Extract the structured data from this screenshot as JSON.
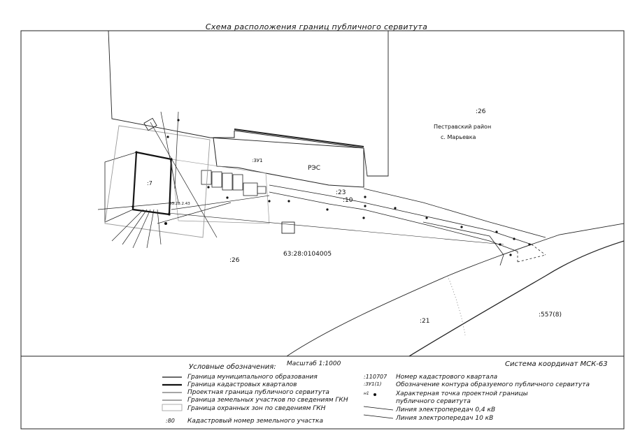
{
  "title": "Схема расположения границ публичного сервитута",
  "map_labels": {
    "district": "Пестравский район",
    "village": "с. Марьевка",
    "q26_top": ":26",
    "q26_left": ":26",
    "q21": ":21",
    "q557": ":557(8)",
    "q23": ":23",
    "q10": ":10",
    "q7": ":7",
    "res": "РЭС",
    "zu1": ":ЗУ1",
    "quarter": "63:28:0104005",
    "zone": "63.28.2.43"
  },
  "scale": "Масштаб 1:1000",
  "coord_system": "Система координат МСК-63",
  "legend": {
    "heading": "Условные обозначения:",
    "left": [
      "Граница муниципального образования",
      "Граница кадастровых кварталов",
      "Проектная граница публичного сервитута",
      "Граница земельных участков по сведениям ГКН",
      "Граница охранных зон по сведениям ГКН",
      "Кадастровый номер земельного участка"
    ],
    "left_sample_80": ":80",
    "right_codes": [
      ":110707",
      ":ЗУ1(1)",
      "н1"
    ],
    "right": [
      "Номер кадастрового квартала",
      "Обозначение контура образуемого публичного сервитута",
      "Характерная точка проектной границы",
      "публичного сервитута",
      "Линия электропередач 0,4 кВ",
      "Линия электропередач 10 кВ"
    ]
  },
  "colors": {
    "line": "#111111",
    "zone": "#999999"
  }
}
